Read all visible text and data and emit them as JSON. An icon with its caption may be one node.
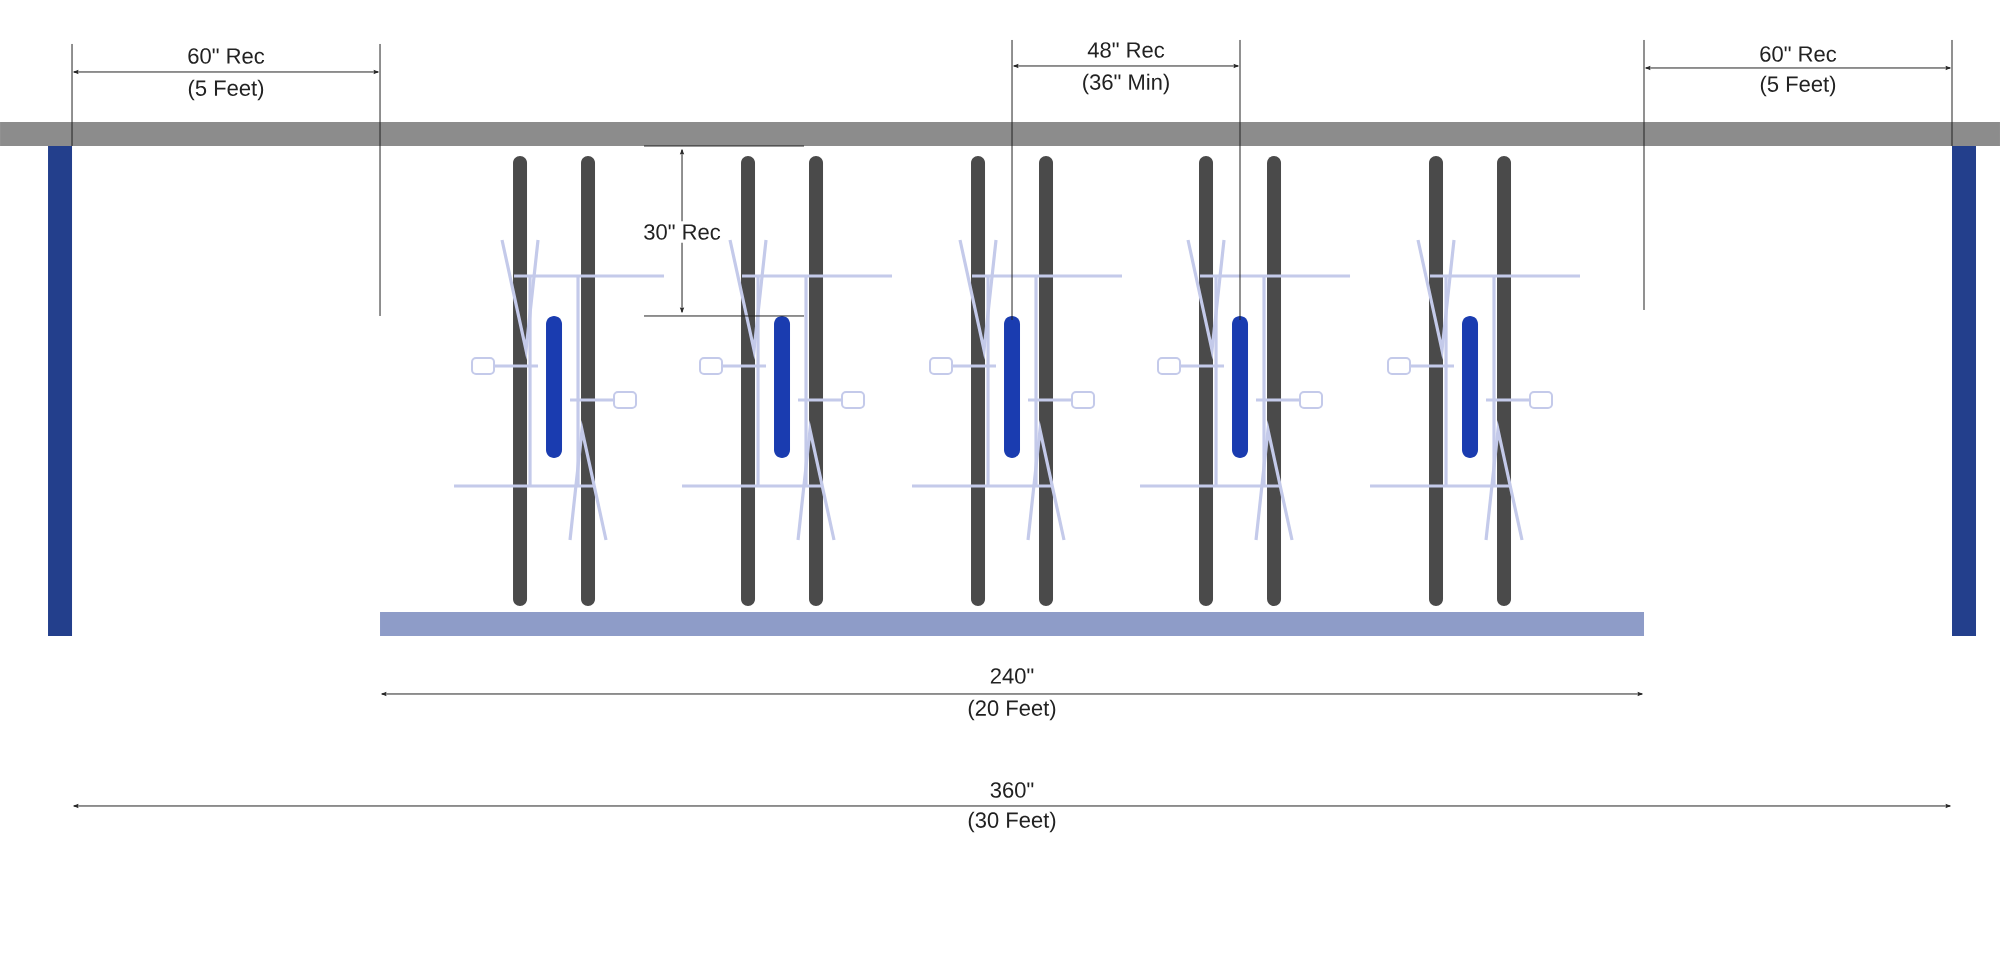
{
  "diagram": {
    "labels": [
      "60\" Rec",
      "(5 Feet)",
      "48\" Rec",
      "(36\" Min)",
      "60\" Rec",
      "(5 Feet)",
      "30\" Rec",
      "240\"",
      "(20 Feet)",
      "360\"",
      "(30 Feet)"
    ]
  }
}
